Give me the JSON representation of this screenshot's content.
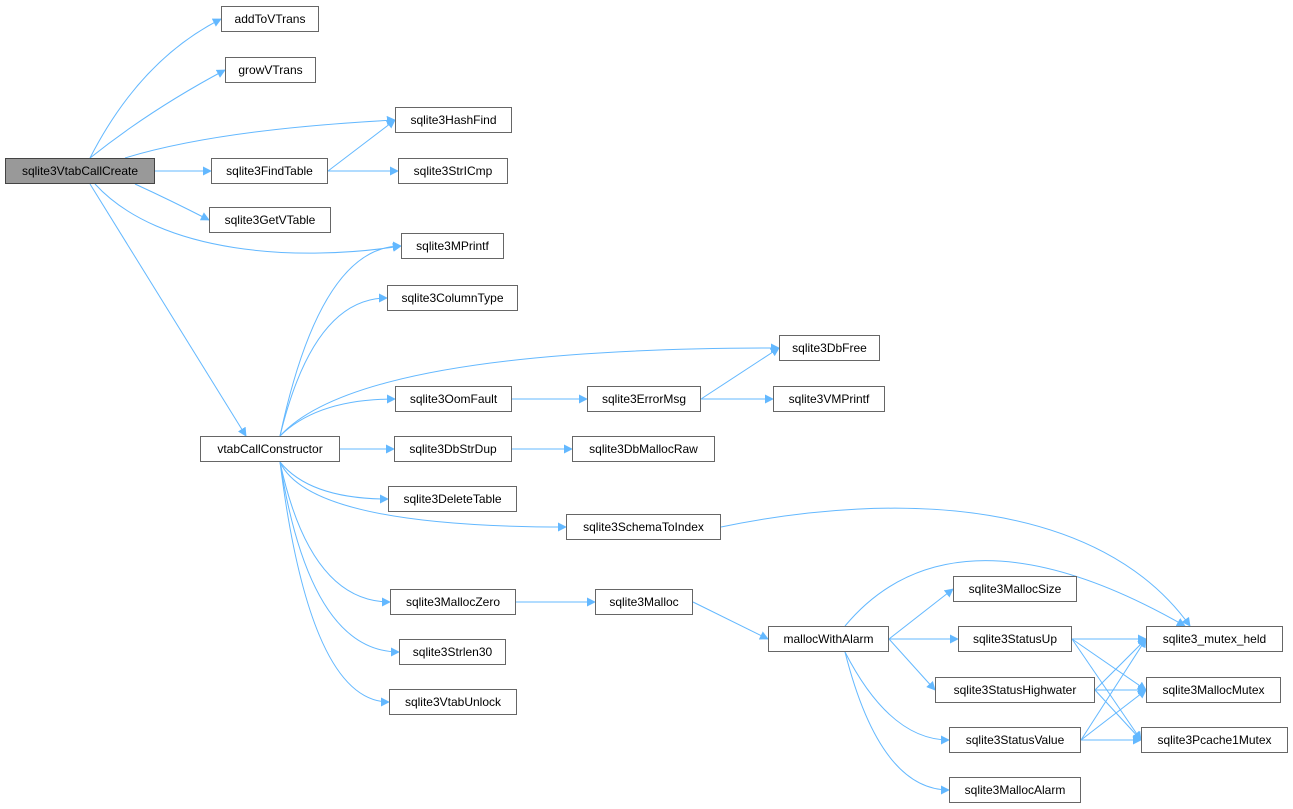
{
  "colors": {
    "edge": "#63b8ff",
    "node_border": "#666666",
    "root_fill": "#999999"
  },
  "nodes": {
    "sqlite3VtabCallCreate": "sqlite3VtabCallCreate",
    "addToVTrans": "addToVTrans",
    "growVTrans": "growVTrans",
    "sqlite3HashFind": "sqlite3HashFind",
    "sqlite3FindTable": "sqlite3FindTable",
    "sqlite3StrICmp": "sqlite3StrICmp",
    "sqlite3GetVTable": "sqlite3GetVTable",
    "sqlite3MPrintf": "sqlite3MPrintf",
    "sqlite3ColumnType": "sqlite3ColumnType",
    "sqlite3DbFree": "sqlite3DbFree",
    "sqlite3OomFault": "sqlite3OomFault",
    "sqlite3ErrorMsg": "sqlite3ErrorMsg",
    "sqlite3VMPrintf": "sqlite3VMPrintf",
    "vtabCallConstructor": "vtabCallConstructor",
    "sqlite3DbStrDup": "sqlite3DbStrDup",
    "sqlite3DbMallocRaw": "sqlite3DbMallocRaw",
    "sqlite3DeleteTable": "sqlite3DeleteTable",
    "sqlite3SchemaToIndex": "sqlite3SchemaToIndex",
    "sqlite3MallocZero": "sqlite3MallocZero",
    "sqlite3Malloc": "sqlite3Malloc",
    "sqlite3Strlen30": "sqlite3Strlen30",
    "sqlite3VtabUnlock": "sqlite3VtabUnlock",
    "mallocWithAlarm": "mallocWithAlarm",
    "sqlite3MallocSize": "sqlite3MallocSize",
    "sqlite3StatusUp": "sqlite3StatusUp",
    "sqlite3StatusHighwater": "sqlite3StatusHighwater",
    "sqlite3StatusValue": "sqlite3StatusValue",
    "sqlite3MallocAlarm": "sqlite3MallocAlarm",
    "sqlite3_mutex_held": "sqlite3_mutex_held",
    "sqlite3MallocMutex": "sqlite3MallocMutex",
    "sqlite3Pcache1Mutex": "sqlite3Pcache1Mutex"
  },
  "edges": [
    [
      "sqlite3VtabCallCreate",
      "addToVTrans"
    ],
    [
      "sqlite3VtabCallCreate",
      "growVTrans"
    ],
    [
      "sqlite3VtabCallCreate",
      "sqlite3HashFind"
    ],
    [
      "sqlite3VtabCallCreate",
      "sqlite3FindTable"
    ],
    [
      "sqlite3VtabCallCreate",
      "sqlite3GetVTable"
    ],
    [
      "sqlite3VtabCallCreate",
      "sqlite3MPrintf"
    ],
    [
      "sqlite3VtabCallCreate",
      "vtabCallConstructor"
    ],
    [
      "sqlite3FindTable",
      "sqlite3HashFind"
    ],
    [
      "sqlite3FindTable",
      "sqlite3StrICmp"
    ],
    [
      "vtabCallConstructor",
      "sqlite3MPrintf"
    ],
    [
      "vtabCallConstructor",
      "sqlite3ColumnType"
    ],
    [
      "vtabCallConstructor",
      "sqlite3DbFree"
    ],
    [
      "vtabCallConstructor",
      "sqlite3OomFault"
    ],
    [
      "vtabCallConstructor",
      "sqlite3DbStrDup"
    ],
    [
      "vtabCallConstructor",
      "sqlite3DeleteTable"
    ],
    [
      "vtabCallConstructor",
      "sqlite3SchemaToIndex"
    ],
    [
      "vtabCallConstructor",
      "sqlite3MallocZero"
    ],
    [
      "vtabCallConstructor",
      "sqlite3Strlen30"
    ],
    [
      "vtabCallConstructor",
      "sqlite3VtabUnlock"
    ],
    [
      "sqlite3OomFault",
      "sqlite3ErrorMsg"
    ],
    [
      "sqlite3ErrorMsg",
      "sqlite3DbFree"
    ],
    [
      "sqlite3ErrorMsg",
      "sqlite3VMPrintf"
    ],
    [
      "sqlite3DbStrDup",
      "sqlite3DbMallocRaw"
    ],
    [
      "sqlite3SchemaToIndex",
      "sqlite3_mutex_held"
    ],
    [
      "sqlite3MallocZero",
      "sqlite3Malloc"
    ],
    [
      "sqlite3Malloc",
      "mallocWithAlarm"
    ],
    [
      "mallocWithAlarm",
      "sqlite3_mutex_held"
    ],
    [
      "mallocWithAlarm",
      "sqlite3MallocSize"
    ],
    [
      "mallocWithAlarm",
      "sqlite3StatusUp"
    ],
    [
      "mallocWithAlarm",
      "sqlite3StatusHighwater"
    ],
    [
      "mallocWithAlarm",
      "sqlite3StatusValue"
    ],
    [
      "mallocWithAlarm",
      "sqlite3MallocAlarm"
    ],
    [
      "sqlite3StatusUp",
      "sqlite3_mutex_held"
    ],
    [
      "sqlite3StatusUp",
      "sqlite3MallocMutex"
    ],
    [
      "sqlite3StatusUp",
      "sqlite3Pcache1Mutex"
    ],
    [
      "sqlite3StatusHighwater",
      "sqlite3_mutex_held"
    ],
    [
      "sqlite3StatusHighwater",
      "sqlite3MallocMutex"
    ],
    [
      "sqlite3StatusHighwater",
      "sqlite3Pcache1Mutex"
    ],
    [
      "sqlite3StatusValue",
      "sqlite3_mutex_held"
    ],
    [
      "sqlite3StatusValue",
      "sqlite3MallocMutex"
    ],
    [
      "sqlite3StatusValue",
      "sqlite3Pcache1Mutex"
    ]
  ]
}
